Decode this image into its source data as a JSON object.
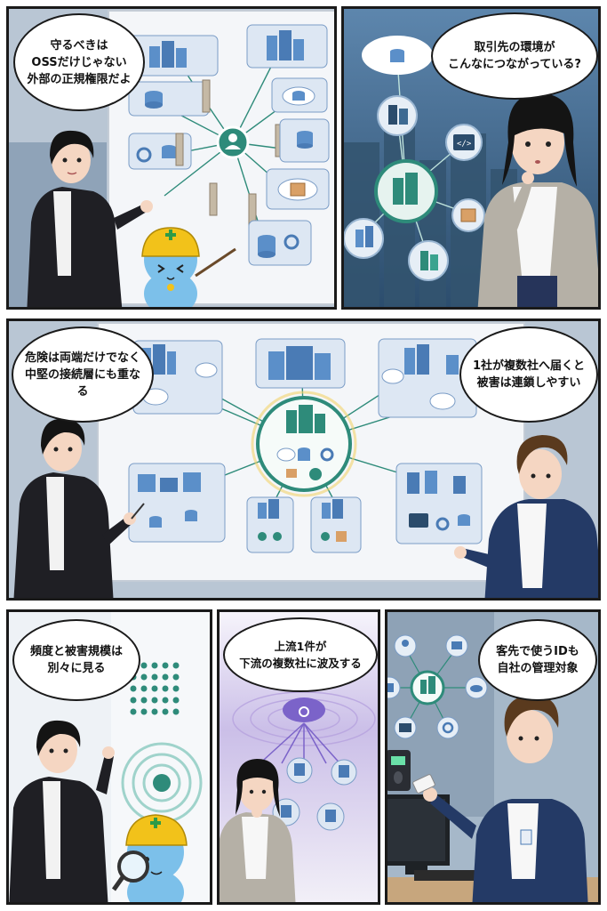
{
  "panels": [
    {
      "bubbles": [
        {
          "lines": [
            "守るべきは",
            "OSSだけじゃない",
            "外部の正規権限だよ"
          ]
        }
      ]
    },
    {
      "bubbles": [
        {
          "lines": [
            "取引先の環境が",
            "こんなにつながっている?"
          ]
        }
      ]
    },
    {
      "bubbles": [
        {
          "lines": [
            "危険は両端だけでなく",
            "中堅の接続層にも重なる"
          ]
        },
        {
          "lines": [
            "1社が複数社へ届くと",
            "被害は連鎖しやすい"
          ]
        }
      ]
    },
    {
      "bubbles": [
        {
          "lines": [
            "頻度と被害規模は",
            "別々に見る"
          ]
        }
      ]
    },
    {
      "bubbles": [
        {
          "lines": [
            "上流1件が",
            "下流の複数社に波及する"
          ]
        }
      ]
    },
    {
      "bubbles": [
        {
          "lines": [
            "客先で使うIDも",
            "自社の管理対象"
          ]
        }
      ]
    }
  ],
  "colors": {
    "border": "#1a1a1a",
    "teal": "#2e8b7a",
    "node_blue": "#5b8fc9",
    "board": "#f4f6f9",
    "sky": "#3d6a92",
    "jacket_black": "#1f1f24",
    "jacket_navy": "#243a66",
    "helmet_yellow": "#f2c21a",
    "cat_blue": "#7cc0ea",
    "wave_purple": "#b9a6e0"
  },
  "icons": [
    "building-icon",
    "database-icon",
    "cloud-icon",
    "user-icon",
    "gear-icon",
    "package-icon",
    "code-icon",
    "server-icon",
    "id-card-icon",
    "fingerprint-reader-icon",
    "magnifier-icon",
    "network-hub-icon"
  ]
}
